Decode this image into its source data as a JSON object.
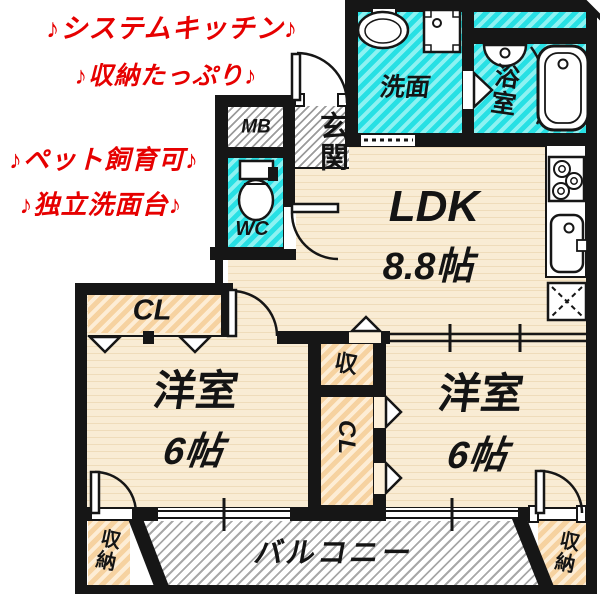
{
  "features": {
    "line1": "♪システムキッチン♪",
    "line2": "♪収納たっぷり♪",
    "line3": "♪ペット飼育可♪",
    "line4": "♪独立洗面台♪"
  },
  "labels": {
    "ldk": "LDK",
    "ldk_size": "8.8帖",
    "bedroom_left": "洋室",
    "bedroom_left_size": "6帖",
    "bedroom_right": "洋室",
    "bedroom_right_size": "6帖",
    "balcony": "バルコニー",
    "washroom": "洗面",
    "bathroom": "浴室",
    "entrance": "玄関",
    "toilet": "WC",
    "meter_box": "MB",
    "closet_left": "CL",
    "closet_center": "CL",
    "storage_upper": "収",
    "storage_left": "収納",
    "storage_right": "収納"
  },
  "colors": {
    "accent_red": "#e60000",
    "wet_area_cyan": "#2fe3e6",
    "floor_cream": "#f9ecd4",
    "closet_peach": "#f8d7a9",
    "hatch_gray": "#9b9b9b",
    "wall_black": "#161616"
  }
}
